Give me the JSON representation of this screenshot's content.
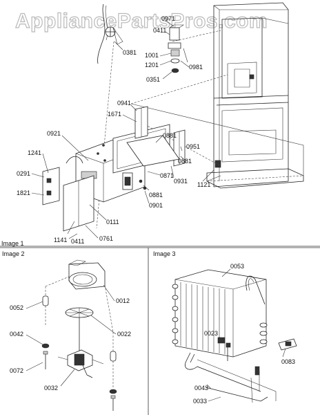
{
  "watermark": "AppliancePartsPros.com",
  "captions": {
    "image1": "Image 1",
    "image2": "Image 2",
    "image3": "Image 3"
  },
  "callouts": {
    "c0381": "0381",
    "c0411top": "0411",
    "c0971": "0971",
    "c1001": "1001",
    "c1201": "1201",
    "c0981": "0981",
    "c0351": "0351",
    "c0941": "0941",
    "c1671": "1671",
    "c0921": "0921",
    "c1241": "1241",
    "c0291": "0291",
    "c1821": "1821",
    "c0881a": "0881",
    "c0881b": "0881",
    "c0951": "0951",
    "c0871": "0871",
    "c0931": "0931",
    "c1121": "1121",
    "c0881c": "0881",
    "c0901": "0901",
    "c0111": "0111",
    "c1141": "1141",
    "c0411bot": "0411",
    "c0761": "0761",
    "c0012": "0012",
    "c0052": "0052",
    "c0022": "0022",
    "c0042": "0042",
    "c0072": "0072",
    "c0032": "0032",
    "c0053": "0053",
    "c0023": "0023",
    "c0083": "0083",
    "c0043": "0043",
    "c0033": "0033"
  }
}
